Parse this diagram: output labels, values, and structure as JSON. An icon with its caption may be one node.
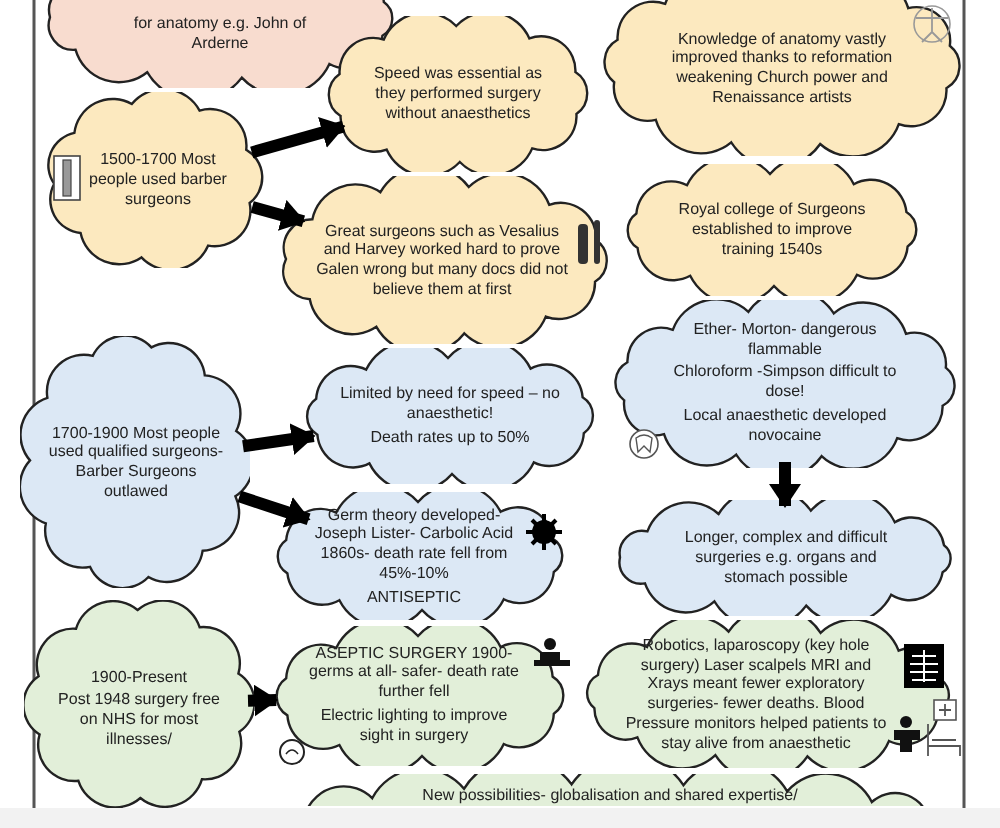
{
  "diagram": {
    "nodes": [
      {
        "text": [
          "for anatomy e.g. John of Arderne"
        ]
      },
      {
        "text": [
          "1500-1700 Most people used barber surgeons"
        ]
      },
      {
        "text": [
          "Speed was essential as they performed surgery without anaesthetics"
        ]
      },
      {
        "text": [
          "Knowledge of anatomy vastly improved thanks to reformation weakening Church power and Renaissance artists"
        ]
      },
      {
        "text": [
          "Great surgeons such as Vesalius and Harvey worked hard to prove Galen wrong but many docs did not believe them at first"
        ]
      },
      {
        "text": [
          "Royal college of Surgeons established to improve training 1540s"
        ]
      },
      {
        "text": [
          "1700-1900 Most people used qualified surgeons- Barber Surgeons outlawed"
        ]
      },
      {
        "text": [
          "Limited by need for speed – no anaesthetic!",
          "Death rates up to 50%"
        ]
      },
      {
        "text": [
          "Ether- Morton- dangerous flammable",
          "Chloroform -Simpson difficult to dose!",
          "Local anaesthetic developed novocaine"
        ]
      },
      {
        "text": [
          "Germ theory developed- Joseph Lister- Carbolic Acid 1860s- death rate fell from 45%-10%",
          "ANTISEPTIC"
        ]
      },
      {
        "text": [
          "Longer, complex and difficult surgeries e.g. organs and stomach possible"
        ]
      },
      {
        "text": [
          "1900-Present",
          "Post 1948 surgery free on NHS for most illnesses/"
        ]
      },
      {
        "text": [
          "ASEPTIC SURGERY 1900- germs at all- safer- death rate further fell",
          "Electric lighting to improve sight in surgery"
        ]
      },
      {
        "text": [
          "Robotics, laparoscopy (key hole surgery) Laser scalpels MRI and Xrays meant fewer exploratory surgeries- fewer deaths. Blood Pressure monitors helped patients to stay alive from anaesthetic"
        ]
      },
      {
        "text": [
          "New possibilities- globalisation and shared expertise/"
        ]
      }
    ],
    "edges": [
      {
        "from": 1,
        "to": 2,
        "arrow": "to"
      },
      {
        "from": 1,
        "to": 4,
        "arrow": "to"
      },
      {
        "from": 6,
        "to": 7,
        "arrow": "to"
      },
      {
        "from": 6,
        "to": 9,
        "arrow": "to"
      },
      {
        "from": 8,
        "to": 10,
        "arrow": "to"
      },
      {
        "from": 11,
        "to": 12,
        "arrow": "to"
      }
    ]
  }
}
